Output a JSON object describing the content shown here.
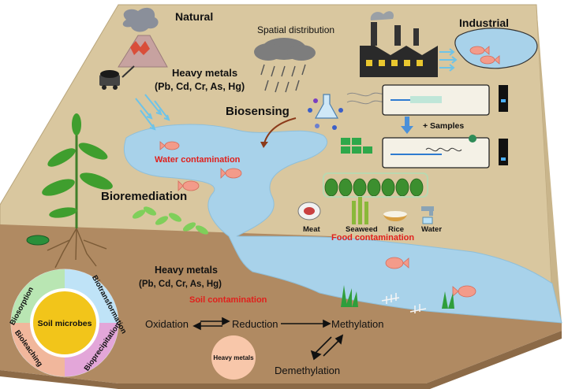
{
  "labels": {
    "natural": "Natural",
    "spatial_distribution": "Spatial distribution",
    "industrial": "Industrial",
    "heavy_metals_top": "Heavy metals",
    "metals_list_top": "(Pb, Cd, Cr, As, Hg)",
    "biosensing": "Biosensing",
    "samples": "+ Samples",
    "water_contamination": "Water contamination",
    "bioremediation": "Bioremediation",
    "meat": "Meat",
    "seaweed": "Seaweed",
    "rice": "Rice",
    "water": "Water",
    "food_contamination": "Food contamination",
    "heavy_metals_mid": "Heavy metals",
    "metals_list_mid": "(Pb, Cd, Cr, As, Hg)",
    "soil_contamination": "Soil contamination",
    "soil_microbes": "Soil microbes",
    "biosorption": "Biosorption",
    "biotransformation": "Biotransformation",
    "bioprecipitation": "Bioprecipitation",
    "bioleaching": "Bioleaching",
    "oxidation": "Oxidation",
    "reduction": "Reduction",
    "methylation": "Methylation",
    "demethylation": "Demethylation",
    "heavy_metals_circle": "Heavy metals"
  },
  "colors": {
    "ground_top": "#d9c79f",
    "soil_front": "#b08a62",
    "soil_side": "#8c6a47",
    "water": "#a8d2ea",
    "contamination_red": "#e0201c",
    "plant_green": "#3f9e2e"
  },
  "icons": [
    "volcano-icon",
    "mine-cart-icon",
    "rain-cloud-icon",
    "factory-icon",
    "flask-icon",
    "fish-icon",
    "plant-icon",
    "sensor-device-icon",
    "vegetable-icon",
    "rice-bowl-icon",
    "water-tap-icon"
  ]
}
